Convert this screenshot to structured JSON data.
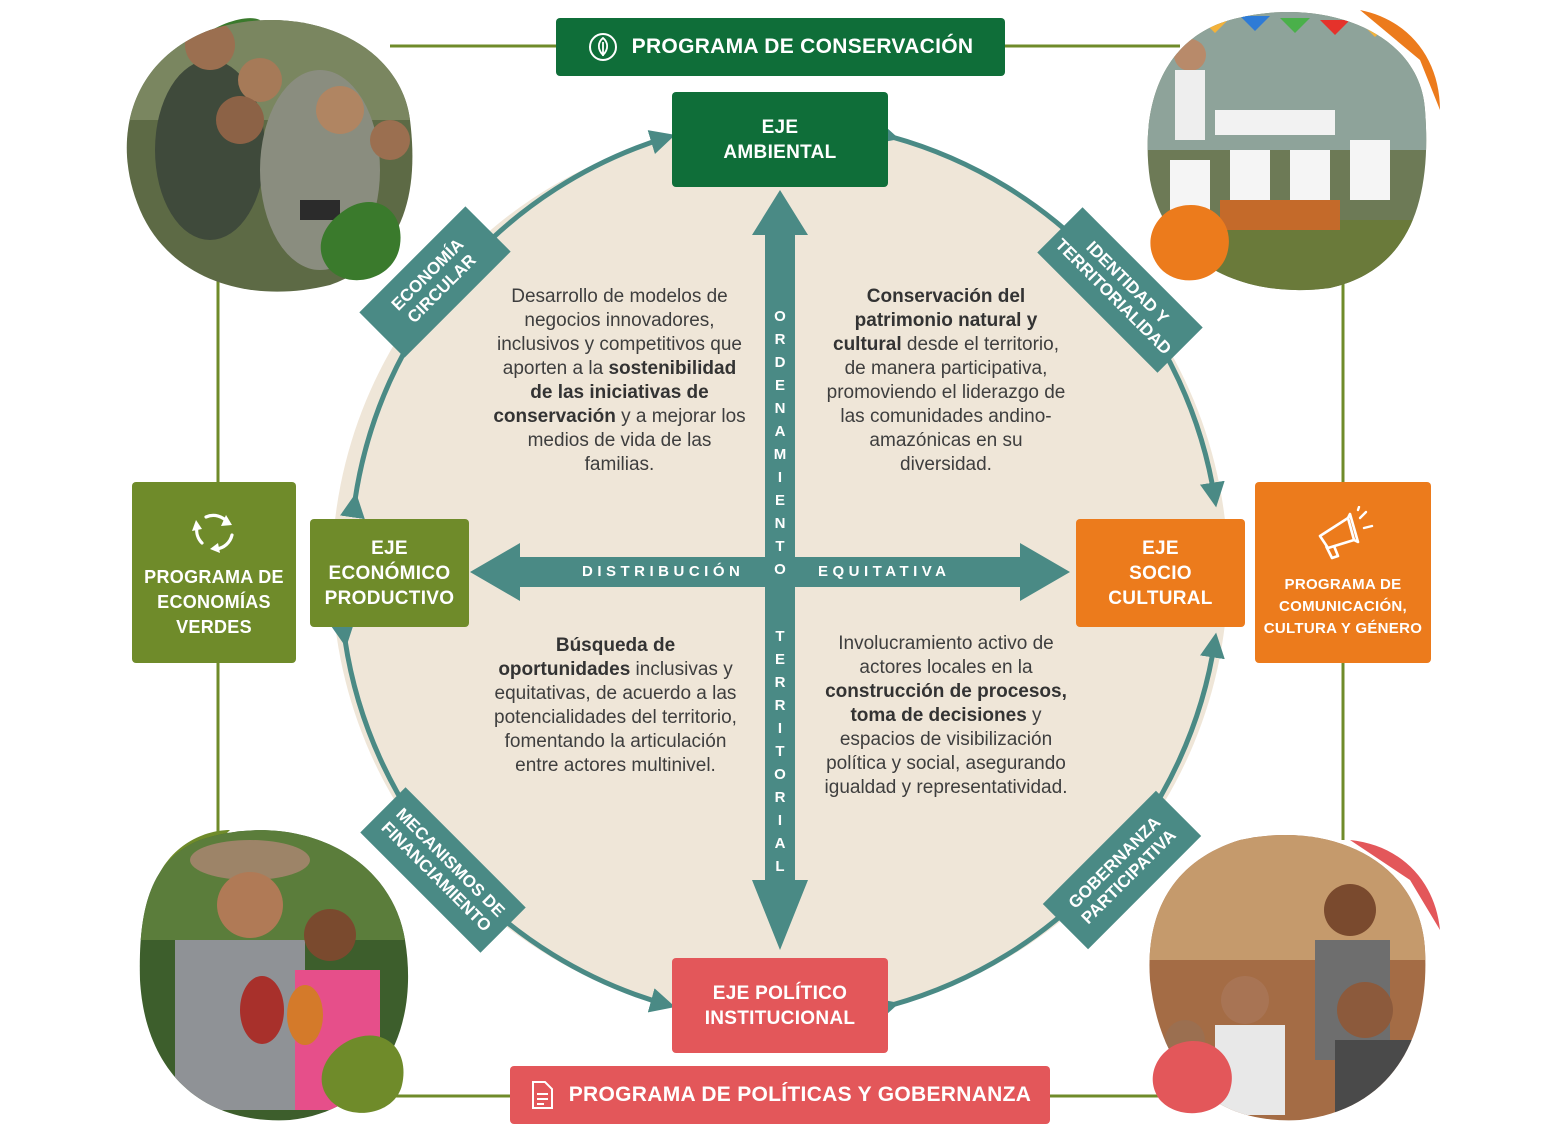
{
  "colors": {
    "green_dark": "#0f6e39",
    "olive": "#6f8b2a",
    "orange": "#ec7b1c",
    "red": "#e3575a",
    "teal": "#4a8a85",
    "circle": "#efe6d8",
    "frame": "#6f8b2a"
  },
  "programs": {
    "conservacion": {
      "label": "PROGRAMA DE CONSERVACIÓN",
      "icon": "leaf-icon"
    },
    "economias": {
      "lines": [
        "PROGRAMA DE",
        "ECONOMÍAS",
        "VERDES"
      ],
      "icon": "recycle-icon"
    },
    "comunicacion": {
      "lines": [
        "PROGRAMA DE",
        "COMUNICACIÓN,",
        "CULTURA Y GÉNERO"
      ],
      "icon": "megaphone-icon"
    },
    "politicas": {
      "label": "PROGRAMA DE POLÍTICAS Y GOBERNANZA",
      "icon": "document-icon"
    }
  },
  "ejes": {
    "ambiental": [
      "EJE",
      "AMBIENTAL"
    ],
    "economico": [
      "EJE",
      "ECONÓMICO",
      "PRODUCTIVO"
    ],
    "socio": [
      "EJE",
      "SOCIO",
      "CULTURAL"
    ],
    "politico": [
      "EJE POLÍTICO",
      "INSTITUCIONAL"
    ]
  },
  "diagonals": {
    "economia_circular": [
      "ECONOMÍA",
      "CIRCULAR"
    ],
    "identidad": [
      "IDENTIDAD Y",
      "TERRITORIALIDAD"
    ],
    "mecanismos": [
      "MECANISMOS DE",
      "FINANCIAMIENTO"
    ],
    "gobernanza": [
      "GOBERNANZA",
      "PARTICIPATIVA"
    ]
  },
  "axes": {
    "vertical_top": "ORDENAMIENTO",
    "vertical_bottom": "TERRITORIAL",
    "horizontal_left": "DISTRIBUCIÓN",
    "horizontal_right": "EQUITATIVA"
  },
  "quadrants": {
    "top_left": [
      {
        "t": "Desarrollo de modelos de negocios innovadores, inclusivos y competitivos que aporten a la ",
        "b": false
      },
      {
        "t": "sostenibilidad de las iniciativas de conservación",
        "b": true
      },
      {
        "t": " y a mejorar los medios de vida de las familias.",
        "b": false
      }
    ],
    "top_right": [
      {
        "t": "Conservación del patrimonio natural y cultural",
        "b": true
      },
      {
        "t": " desde el territorio, de manera participativa, promoviendo el liderazgo de las comunidades andino-amazónicas en su diversidad.",
        "b": false
      }
    ],
    "bottom_left": [
      {
        "t": "Búsqueda de oportunidades",
        "b": true
      },
      {
        "t": " inclusivas y equitativas, de acuerdo a las potencialidades del territorio, fomentando la articulación entre actores multinivel.",
        "b": false
      }
    ],
    "bottom_right": [
      {
        "t": "Involucramiento activo de actores locales en la ",
        "b": false
      },
      {
        "t": "construcción de procesos, toma de decisiones",
        "b": true
      },
      {
        "t": " y espacios de visibilización política y social, asegurando igualdad y representatividad.",
        "b": false
      }
    ]
  },
  "photos": {
    "top_left": "field-team-photo",
    "top_right": "school-event-photo",
    "bottom_left": "cacao-farmers-photo",
    "bottom_right": "community-meeting-photo"
  }
}
